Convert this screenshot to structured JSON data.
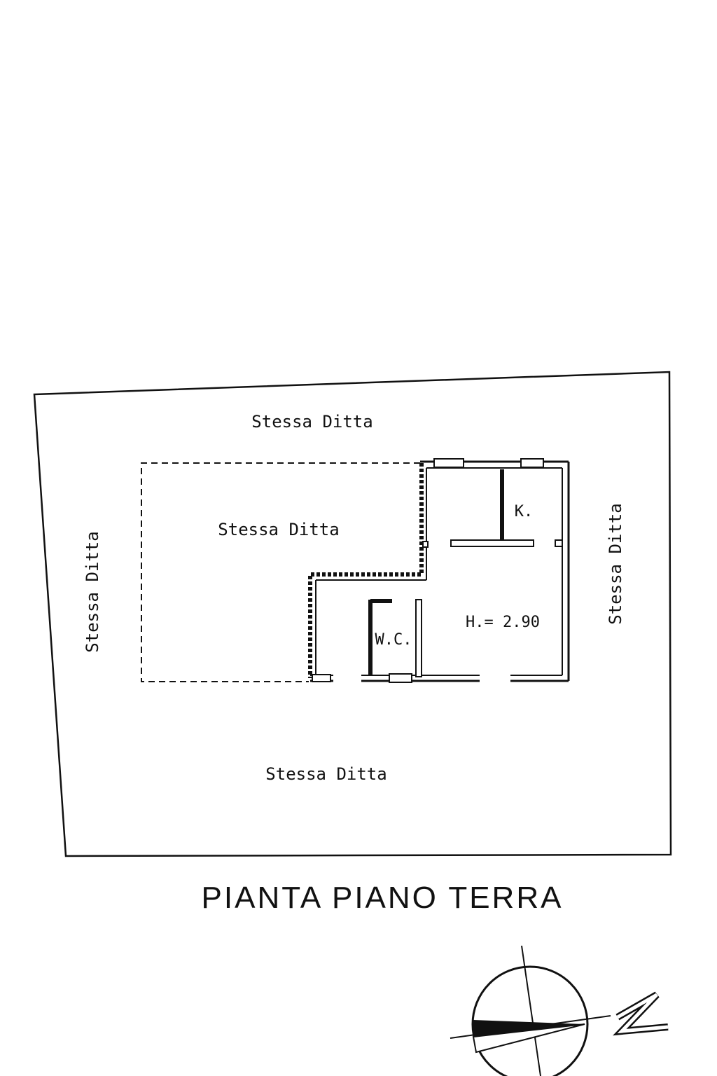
{
  "plan": {
    "title": "PIANTA PIANO TERRA",
    "neighbors": {
      "top": "Stessa Ditta",
      "bottom": "Stessa Ditta",
      "left": "Stessa Ditta",
      "right": "Stessa Ditta",
      "courtyard": "Stessa Ditta"
    },
    "rooms": {
      "kitchen": "K.",
      "wc": "W.C.",
      "height": "H.= 2.90"
    },
    "north_symbol": "N"
  }
}
